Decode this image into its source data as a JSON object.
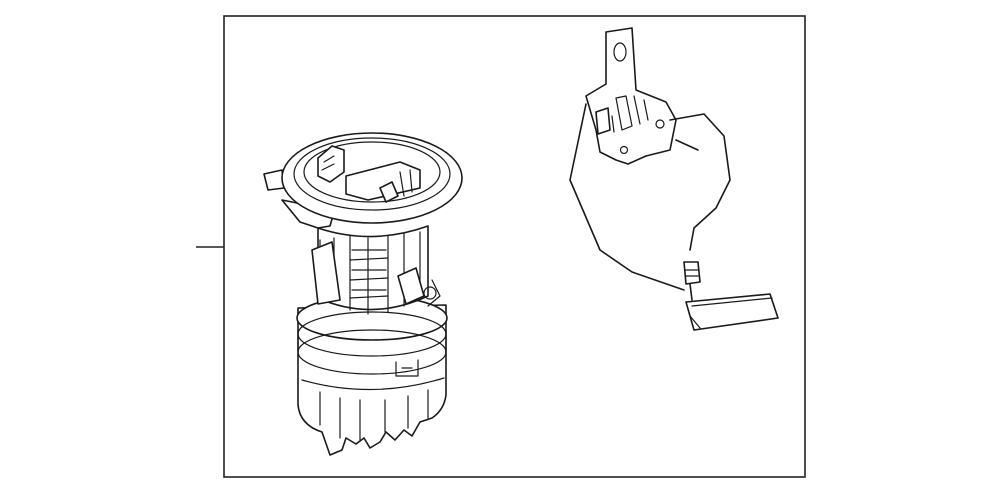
{
  "diagram": {
    "kind": "parts-illustration",
    "line_color": "#1a1a1a",
    "background": "#ffffff",
    "parts": [
      {
        "id": "fuel-pump-module",
        "icon": "fuel-pump-module-drawing"
      },
      {
        "id": "fuel-level-sender",
        "icon": "fuel-level-sender-drawing"
      }
    ]
  }
}
